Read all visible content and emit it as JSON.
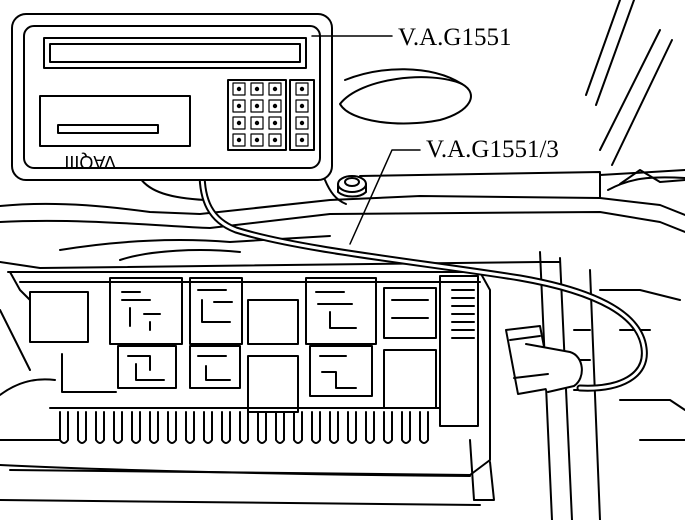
{
  "labels": {
    "tester": "V.A.G1551",
    "cable": "V.A.G1551/3"
  },
  "device_marking": "VAQIII",
  "keypad": {
    "main_grid": {
      "rows": 4,
      "cols": 3
    },
    "side_grid": {
      "rows": 4,
      "cols": 1
    }
  },
  "colors": {
    "line": "#000000",
    "background": "#ffffff"
  }
}
